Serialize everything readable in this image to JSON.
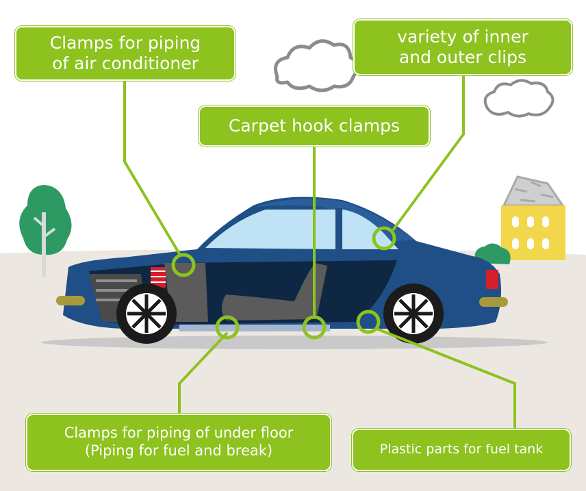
{
  "labels": {
    "air_conditioner": {
      "line1": "Clamps for piping",
      "line2": "of air conditioner"
    },
    "clips": {
      "line1": "variety of inner",
      "line2": "and outer clips"
    },
    "carpet": {
      "line1": "Carpet hook clamps"
    },
    "under_floor": {
      "line1": "Clamps for piping of under floor",
      "line2": "(Piping for fuel and break)"
    },
    "fuel_tank": {
      "line1": "Plastic parts for fuel tank"
    }
  },
  "colors": {
    "label_green": "#8dc21f",
    "car_body": "#1f4f86",
    "car_dark": "#173d68",
    "window": "#bfe3f4",
    "ground": "#ece8e1",
    "tree": "#2e9a63",
    "house": "#f2d64b",
    "marker": "#8dc21f"
  },
  "icons": [
    "tree-icon",
    "cloud-icon",
    "house-icon",
    "wheel-icon",
    "car-icon"
  ]
}
